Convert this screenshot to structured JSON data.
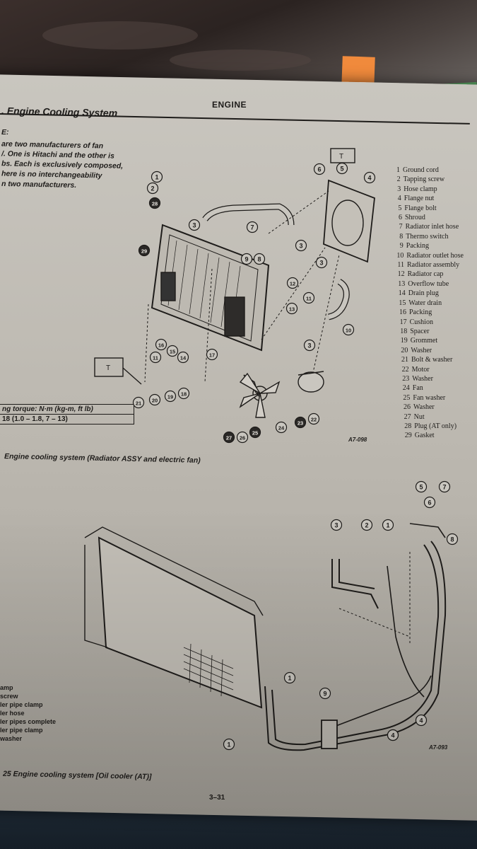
{
  "header": {
    "section": "ENGINE",
    "page_number": "3–31"
  },
  "section_title": ". Engine Cooling System",
  "note": {
    "label": "E:",
    "lines": [
      "are two manufacturers of fan",
      "/. One is Hitachi and the other is",
      "bs. Each is exclusively composed,",
      "here  is  no  interchangeability",
      "n two manufacturers."
    ]
  },
  "parts_list": [
    {
      "no": "1",
      "name": "Ground cord"
    },
    {
      "no": "2",
      "name": "Tapping screw"
    },
    {
      "no": "3",
      "name": "Hose clamp"
    },
    {
      "no": "4",
      "name": "Flange nut"
    },
    {
      "no": "5",
      "name": "Flange bolt"
    },
    {
      "no": "6",
      "name": "Shroud"
    },
    {
      "no": "7",
      "name": "Radiator inlet hose"
    },
    {
      "no": "8",
      "name": "Thermo switch"
    },
    {
      "no": "9",
      "name": "Packing"
    },
    {
      "no": "10",
      "name": "Radiator outlet hose"
    },
    {
      "no": "11",
      "name": "Radiator assembly"
    },
    {
      "no": "12",
      "name": "Radiator cap"
    },
    {
      "no": "13",
      "name": "Overflow tube"
    },
    {
      "no": "14",
      "name": "Drain plug"
    },
    {
      "no": "15",
      "name": "Water drain"
    },
    {
      "no": "16",
      "name": "Packing"
    },
    {
      "no": "17",
      "name": "Cushion"
    },
    {
      "no": "18",
      "name": "Spacer"
    },
    {
      "no": "19",
      "name": "Grommet"
    },
    {
      "no": "20",
      "name": "Washer"
    },
    {
      "no": "21",
      "name": "Bolt & washer"
    },
    {
      "no": "22",
      "name": "Motor"
    },
    {
      "no": "23",
      "name": "Washer"
    },
    {
      "no": "24",
      "name": "Fan"
    },
    {
      "no": "25",
      "name": "Fan washer"
    },
    {
      "no": "26",
      "name": "Washer"
    },
    {
      "no": "27",
      "name": "Nut"
    },
    {
      "no": "28",
      "name": "Plug (AT only)"
    },
    {
      "no": "29",
      "name": "Gasket"
    }
  ],
  "torque_box": {
    "label": "ng torque:  N·m (kg-m, ft lb)",
    "value": "18 (1.0 – 1.8, 7 – 13)"
  },
  "figure1": {
    "ref_code": "A7-098",
    "caption": "Engine cooling system (Radiator ASSY and electric fan)",
    "t_label": "T",
    "callouts": [
      "1",
      "2",
      "28",
      "29",
      "3",
      "7",
      "3",
      "9",
      "8",
      "6",
      "5",
      "4",
      "12",
      "11",
      "13",
      "3",
      "10",
      "16",
      "15",
      "14",
      "11",
      "17",
      "3",
      "21",
      "20",
      "19",
      "18",
      "27",
      "26",
      "25",
      "24",
      "23",
      "22"
    ]
  },
  "figure2": {
    "ref_code": "A7-093",
    "caption": "25  Engine cooling system [Oil cooler (AT)]",
    "callouts": [
      "5",
      "7",
      "6",
      "8",
      "3",
      "2",
      "1",
      "1",
      "9",
      "4",
      "4",
      "4",
      "1"
    ],
    "legend_fragments": [
      "amp",
      "screw",
      "ler pipe clamp",
      "ler hose",
      "ler pipes complete",
      "ler pipe clamp",
      "washer"
    ]
  }
}
